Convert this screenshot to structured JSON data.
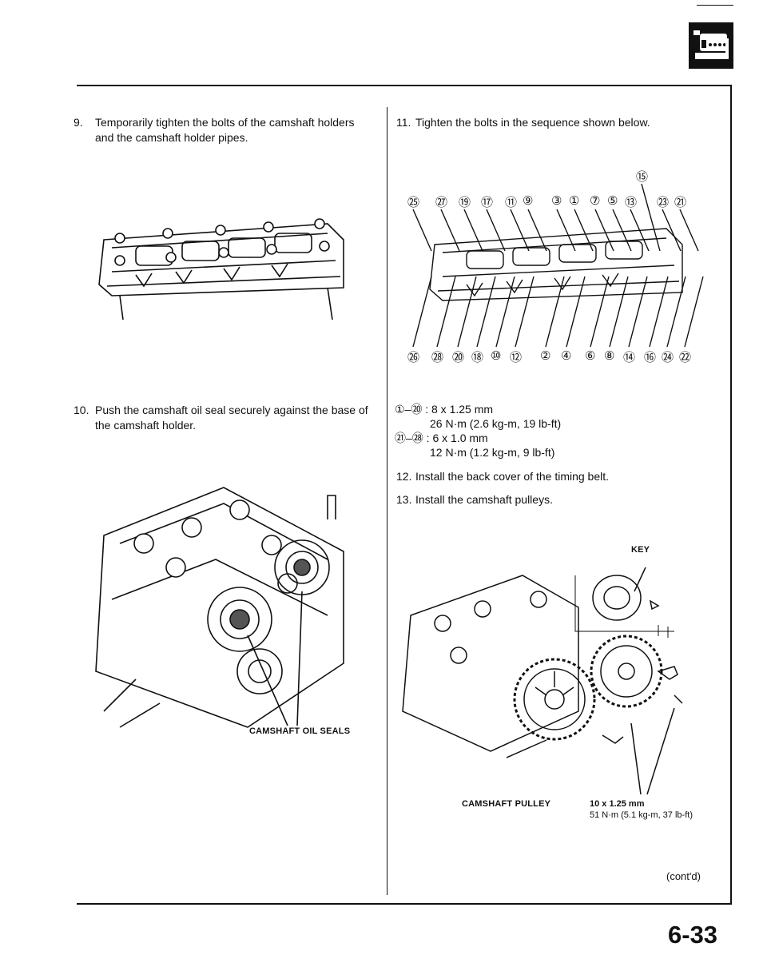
{
  "header": {
    "icon": "engine-icon"
  },
  "left": {
    "step9": {
      "num": "9.",
      "line1": "Temporarily tighten the bolts of the camshaft holders",
      "line2": "and the camshaft holder pipes."
    },
    "step10": {
      "num": "10.",
      "line1": "Push the camshaft oil seal securely against the base of",
      "line2": "the camshaft holder."
    },
    "label_oil_seals": "CAMSHAFT OIL SEALS"
  },
  "right": {
    "step11": {
      "num": "11.",
      "text": "Tighten the bolts in the sequence shown below."
    },
    "sequence_top": [
      "㉕",
      "㉗",
      "⑲",
      "⑰",
      "⑪",
      "⑨",
      "③",
      "①",
      "⑦",
      "⑤",
      "⑬",
      "⑮",
      "㉓",
      "㉑"
    ],
    "sequence_bottom": [
      "㉖",
      "㉘",
      "⑳",
      "⑱",
      "⑩",
      "⑫",
      "②",
      "④",
      "⑥",
      "⑧",
      "⑭",
      "⑯",
      "㉔",
      "㉒"
    ],
    "spec1": {
      "range": "①–⑳ : 8 x 1.25 mm",
      "torque": "26 N·m (2.6 kg-m, 19 lb-ft)"
    },
    "spec2": {
      "range": "㉑–㉘ : 6 x 1.0 mm",
      "torque": "12 N·m (1.2 kg-m, 9 lb-ft)"
    },
    "step12": {
      "num": "12.",
      "text": "Install the back cover of the timing belt."
    },
    "step13": {
      "num": "13.",
      "text": "Install the camshaft pulleys."
    },
    "label_key": "KEY",
    "label_pulley": "CAMSHAFT PULLEY",
    "bolt_spec": {
      "size": "10 x 1.25 mm",
      "torque": "51 N·m (5.1 kg-m, 37 lb-ft)"
    },
    "contd": "(cont'd)"
  },
  "footer": {
    "page_number": "6-33"
  }
}
